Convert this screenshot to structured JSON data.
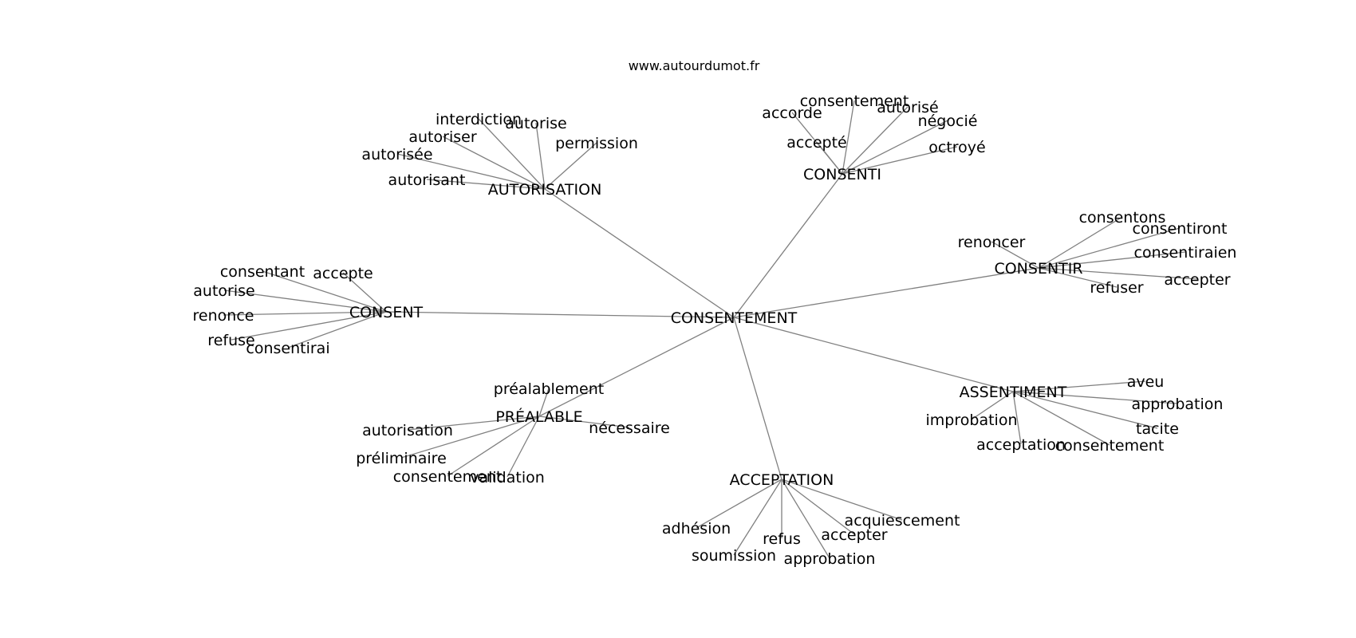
{
  "source": "www.autourdumot.fr",
  "colors": {
    "edge": "#808080",
    "text": "#000000",
    "background": "#ffffff"
  },
  "graph": {
    "center": "CONSENTEMENT",
    "clusters": [
      {
        "hub": "AUTORISATION",
        "words": [
          "interdiction",
          "autorise",
          "autoriser",
          "autorisée",
          "autorisant",
          "permission"
        ]
      },
      {
        "hub": "CONSENTI",
        "words": [
          "consentement",
          "accorde",
          "autorisé",
          "négocié",
          "accepté",
          "octroyé"
        ]
      },
      {
        "hub": "CONSENTIR",
        "words": [
          "consentons",
          "consentiront",
          "renoncer",
          "consentiraien",
          "accepter",
          "refuser"
        ]
      },
      {
        "hub": "CONSENT",
        "words": [
          "consentant",
          "accepte",
          "autorise",
          "renonce",
          "refuse",
          "consentirai"
        ]
      },
      {
        "hub": "ASSENTIMENT",
        "words": [
          "aveu",
          "approbation",
          "improbation",
          "tacite",
          "acceptation",
          "consentement"
        ]
      },
      {
        "hub": "PRÉALABLE",
        "words": [
          "préalablement",
          "autorisation",
          "nécessaire",
          "préliminaire",
          "consentement",
          "validation"
        ]
      },
      {
        "hub": "ACCEPTATION",
        "words": [
          "acquiescement",
          "adhésion",
          "refus",
          "accepter",
          "soumission",
          "approbation"
        ]
      }
    ]
  }
}
